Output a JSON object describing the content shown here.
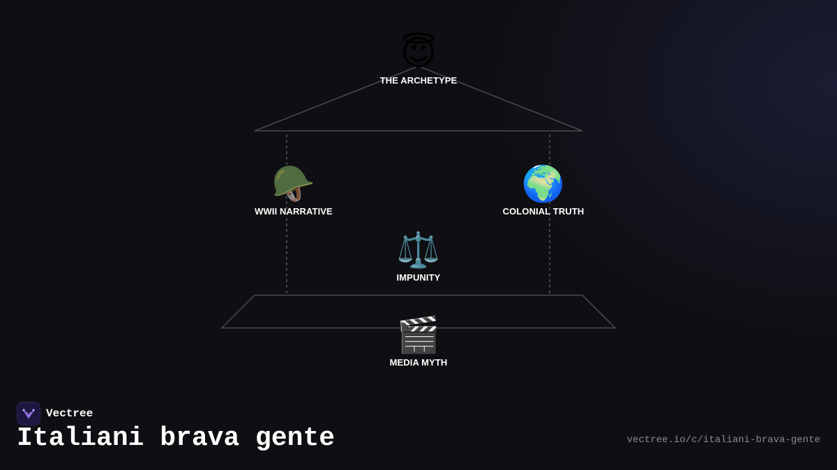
{
  "diagram": {
    "nodes": {
      "archetype": {
        "emoji": "😇",
        "label": "THE ARCHETYPE"
      },
      "wwii": {
        "emoji": "🪖",
        "label": "WWII NARRATIVE"
      },
      "colonial": {
        "emoji": "🌍",
        "label": "COLONIAL TRUTH"
      },
      "impunity": {
        "emoji": "⚖️",
        "label": "IMPUNITY"
      },
      "media": {
        "emoji": "🎬",
        "label": "MEDIA MYTH"
      }
    },
    "colors": {
      "outline": "#4a4a50",
      "dashed": "#55555b"
    }
  },
  "brand": {
    "name": "Vectree",
    "logo_icon": "vectree-logo-icon",
    "logo_color": "#a77bff"
  },
  "title": "Italiani brava gente",
  "url": "vectree.io/c/italiani-brava-gente"
}
